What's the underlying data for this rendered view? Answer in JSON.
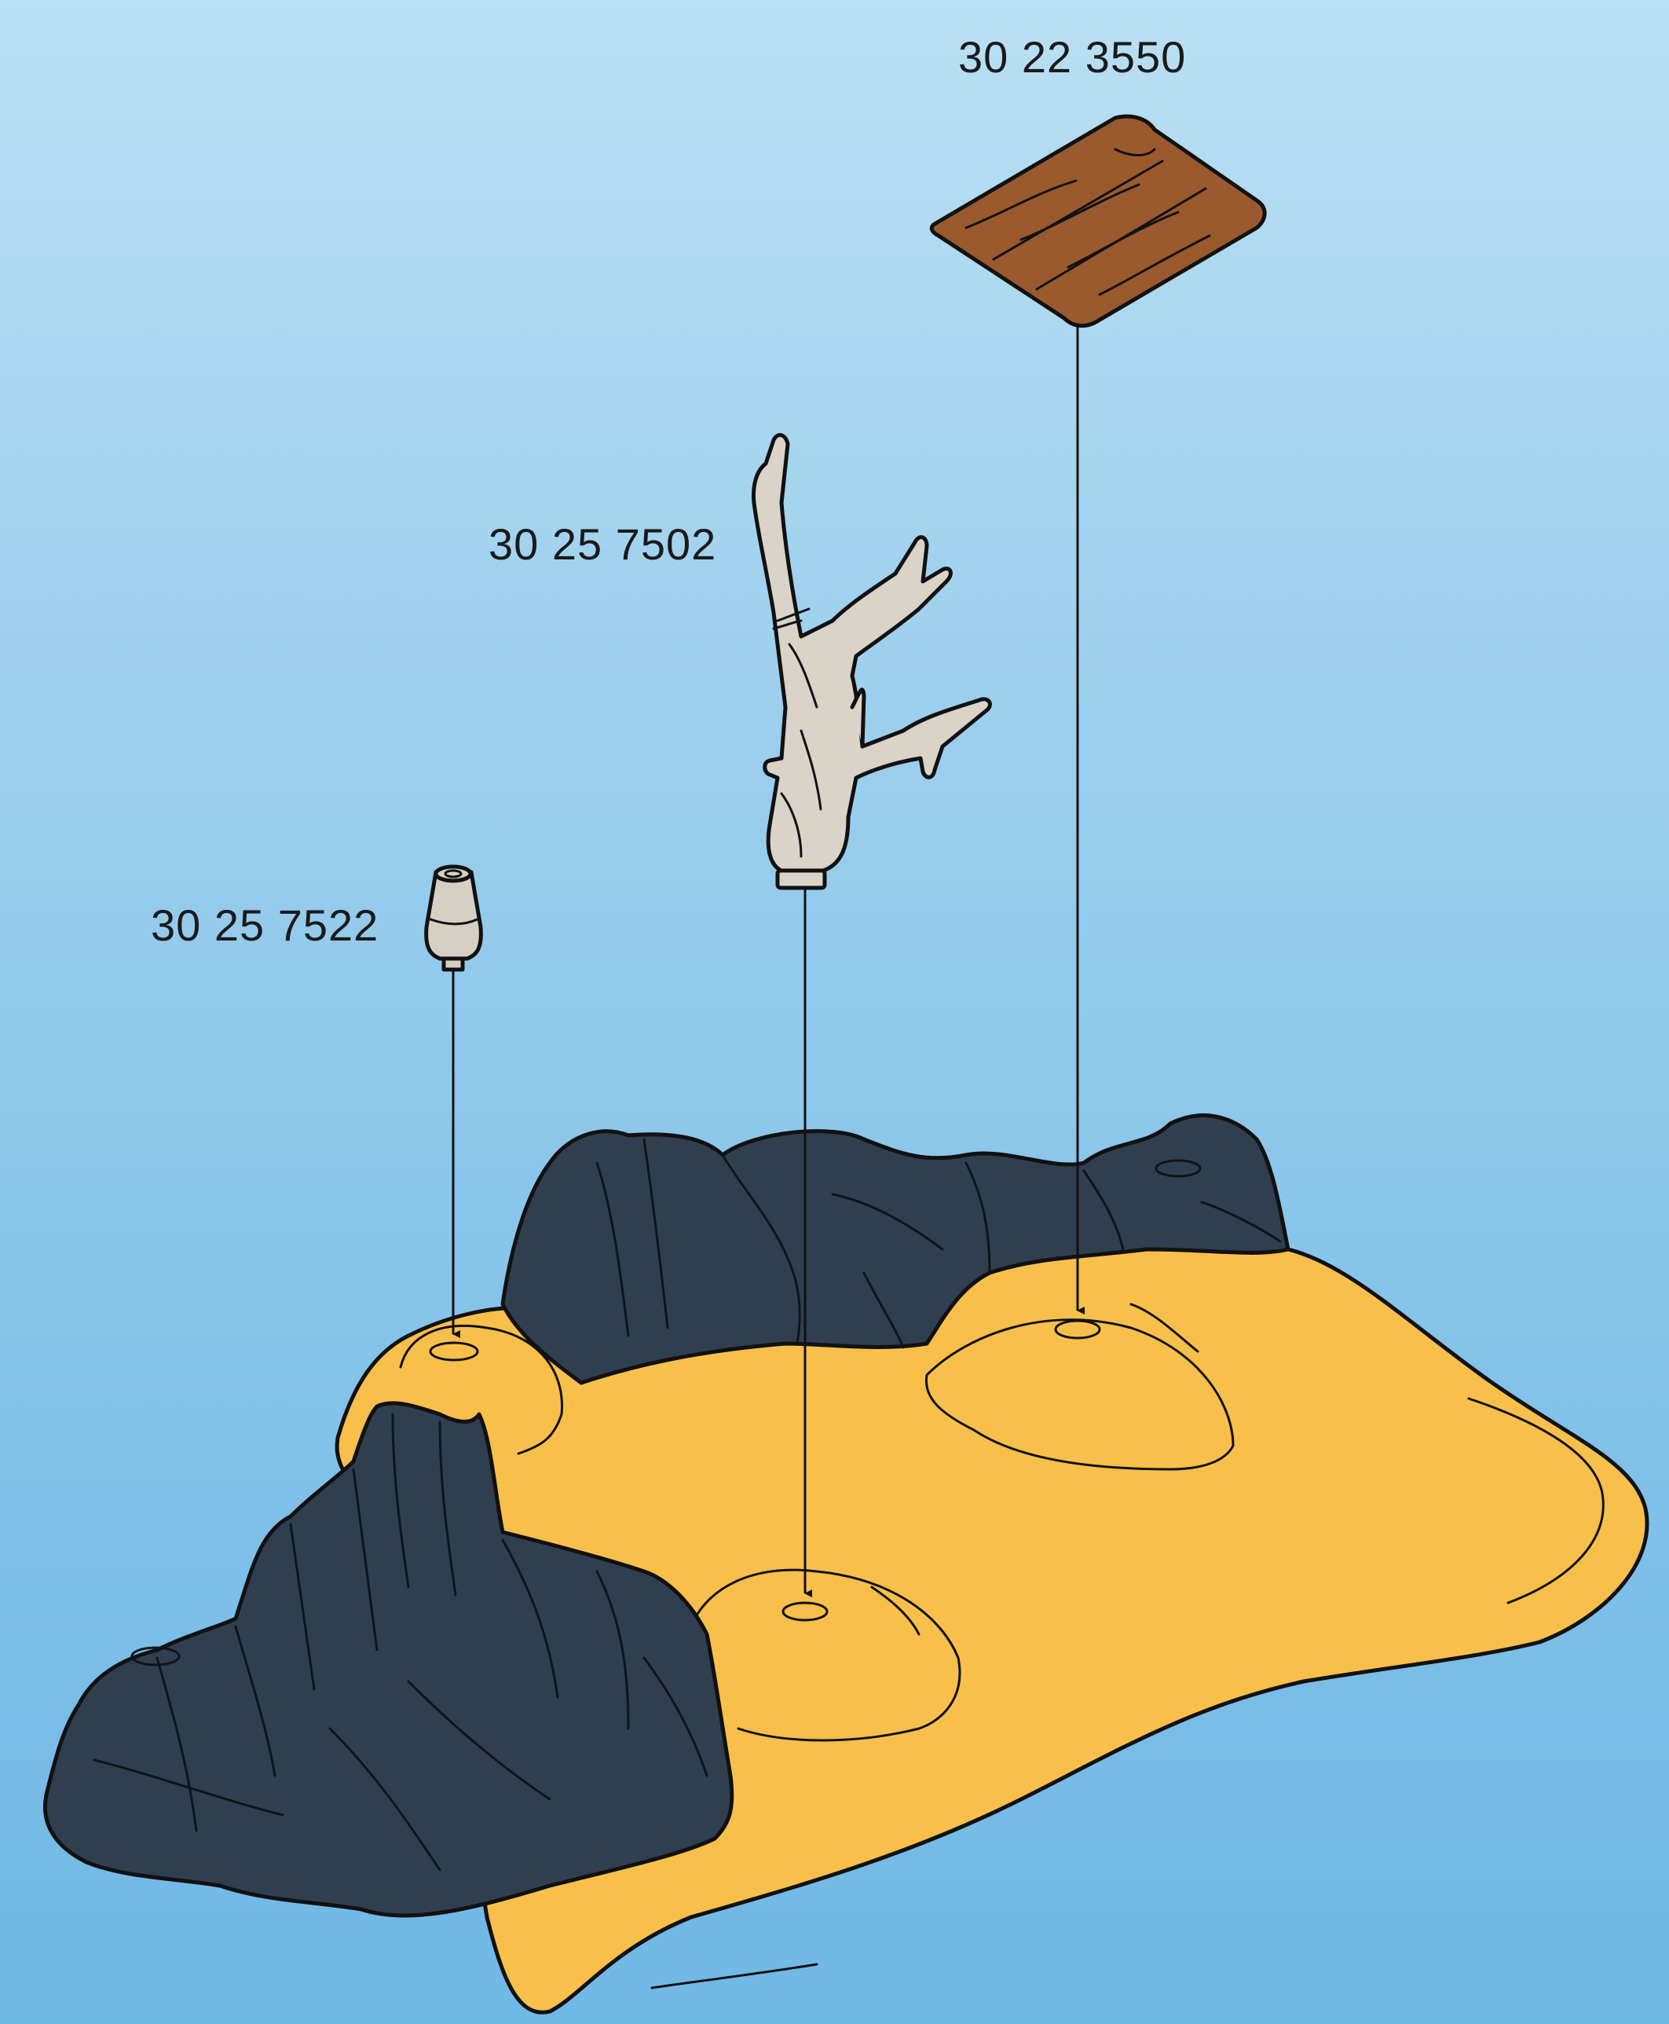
{
  "parts": {
    "plank": {
      "number": "30 22 3550"
    },
    "tree": {
      "number": "30 25 7502"
    },
    "peg": {
      "number": "30 25 7522"
    }
  },
  "colors": {
    "sand": "#f8c04a",
    "rock": "#2f3f4f",
    "wood": "#9a5a2e",
    "tree": "#d9d3c8",
    "peg": "#d6d0c4"
  }
}
